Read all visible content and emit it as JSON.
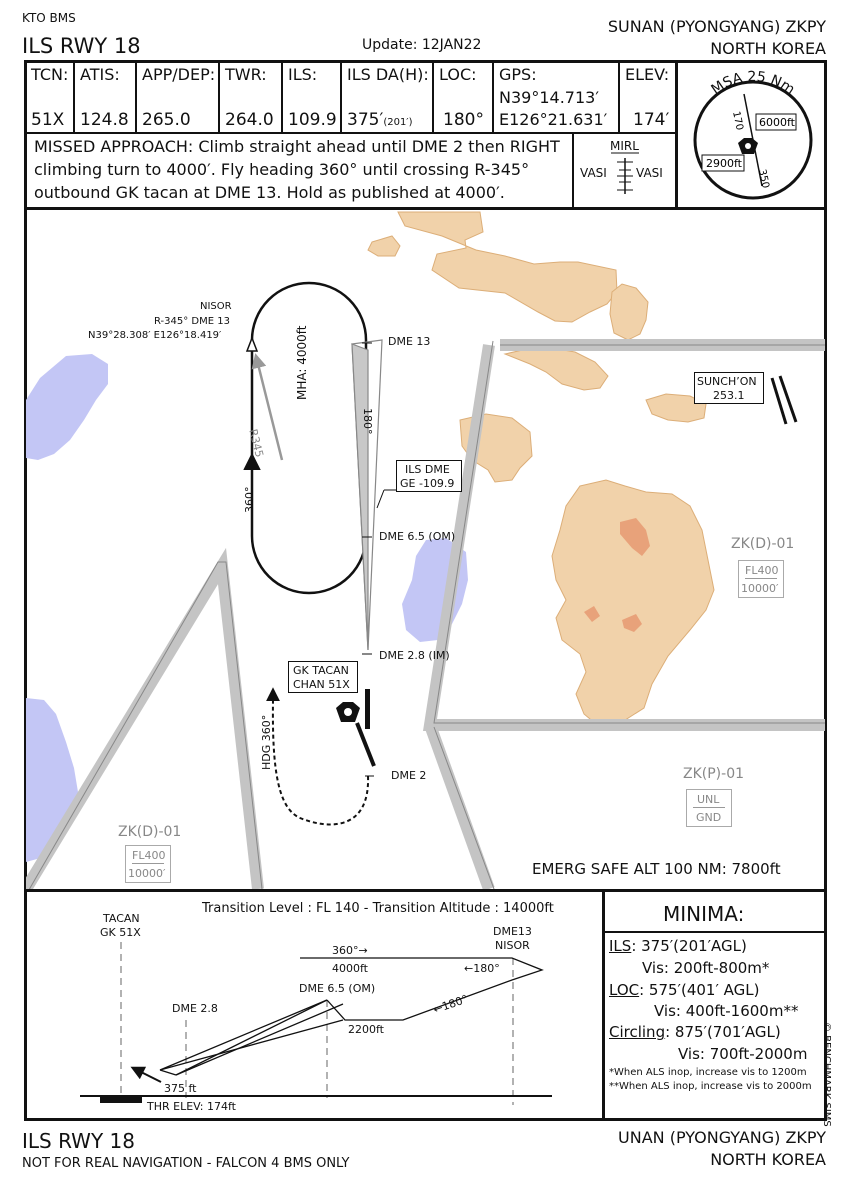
{
  "header": {
    "source": "KTO BMS",
    "procedure": "ILS RWY 18",
    "update": "Update: 12JAN22",
    "airport": "SUNAN (PYONGYANG) ZKPY",
    "country": "NORTH KOREA"
  },
  "info": {
    "tcn": {
      "label": "TCN:",
      "value": "51X"
    },
    "atis": {
      "label": "ATIS:",
      "value": "124.8"
    },
    "appdep": {
      "label": "APP/DEP:",
      "value": "265.0"
    },
    "twr": {
      "label": "TWR:",
      "value": "264.0"
    },
    "ils": {
      "label": "ILS:",
      "value": "109.9"
    },
    "da": {
      "label": "ILS DA(H):",
      "value": "375′",
      "sub": "(201′)"
    },
    "loc": {
      "label": "LOC:",
      "value": "180°"
    },
    "gps": {
      "label": "GPS:",
      "lat": "N39°14.713′",
      "lon": "E126°21.631′"
    },
    "elev": {
      "label": "ELEV:",
      "value": "174′"
    }
  },
  "msa": {
    "title": "MSA 25 Nm",
    "bearing1": "170",
    "bearing2": "350",
    "alt_east": "6000ft",
    "alt_west": "2900ft"
  },
  "missed_approach": {
    "line1": "MISSED APPROACH: Climb straight ahead until DME 2 then RIGHT",
    "line2": "climbing turn to 4000′. Fly heading 360° until crossing R-345°",
    "line3": "outbound GK tacan at DME 13. Hold as published at 4000′."
  },
  "lighting": {
    "mirl": "MIRL",
    "vasi_left": "VASI",
    "vasi_right": "VASI"
  },
  "plan": {
    "nisor_name": "NISOR",
    "nisor_radial": "R-345° DME 13",
    "nisor_coords": "N39°28.308′ E126°18.419′",
    "mha": "MHA: 4000ft",
    "r345": "R345",
    "hdg360_hold": "360°",
    "hdg180": "180°",
    "dme13": "DME 13",
    "ils_dme_1": "ILS DME",
    "ils_dme_2": "GE -109.9",
    "dme65": "DME 6.5 (OM)",
    "dme28": "DME 2.8 (IM)",
    "dme2": "DME 2",
    "gk_tacan_1": "GK TACAN",
    "gk_tacan_2": "CHAN 51X",
    "hdg360_missed": "HDG 360°",
    "sunchon_1": "SUNCH’ON",
    "sunchon_2": "253.1",
    "zkd01_east": {
      "name": "ZK(D)-01",
      "top": "FL400",
      "bottom": "10000′"
    },
    "zkp01": {
      "name": "ZK(P)-01",
      "top": "UNL",
      "bottom": "GND"
    },
    "zkd01_west": {
      "name": "ZK(D)-01",
      "top": "FL400",
      "bottom": "10000′"
    },
    "emerg": "EMERG SAFE ALT 100 NM: 7800ft"
  },
  "profile": {
    "transition": "Transition Level : FL 140  -  Transition Altitude : 14000ft",
    "tacan_1": "TACAN",
    "tacan_2": "GK 51X",
    "dme28": "DME 2.8",
    "dme65": "DME 6.5 (OM)",
    "dme13_1": "DME13",
    "dme13_2": "NISOR",
    "hold_out": "360°→",
    "hold_alt": "4000ft",
    "hold_in": "←180°",
    "leg180": "←180°",
    "alt2200": "2200ft",
    "da": "375 ft",
    "thr_elev": "THR ELEV: 174ft"
  },
  "minima": {
    "title": "MINIMA:",
    "ils_label": "ILS",
    "ils_value": ": 375′(201′AGL)",
    "ils_vis": "Vis: 200ft-800m*",
    "loc_label": "LOC",
    "loc_value": ": 575′(401′ AGL)",
    "loc_vis": "Vis: 400ft-1600m**",
    "circ_label": "Circling",
    "circ_value": ": 875′(701′AGL)",
    "circ_vis": "Vis: 700ft-2000m",
    "note1": "*When ALS inop, increase vis to 1200m",
    "note2": "**When ALS inop, increase vis to 2000m"
  },
  "copyright": "© BENCHMARK SIMS",
  "footer": {
    "procedure": "ILS RWY 18",
    "disclaimer": "NOT FOR REAL NAVIGATION - FALCON 4 BMS ONLY",
    "airport": "UNAN (PYONGYANG) ZKPY",
    "country": "NORTH KOREA"
  },
  "colors": {
    "terrain": "#f1d2aa",
    "terrain_edge": "#dcae78",
    "peak": "#e8a27a",
    "water": "#c3c6f5",
    "airspace": "#c4c4c4"
  }
}
